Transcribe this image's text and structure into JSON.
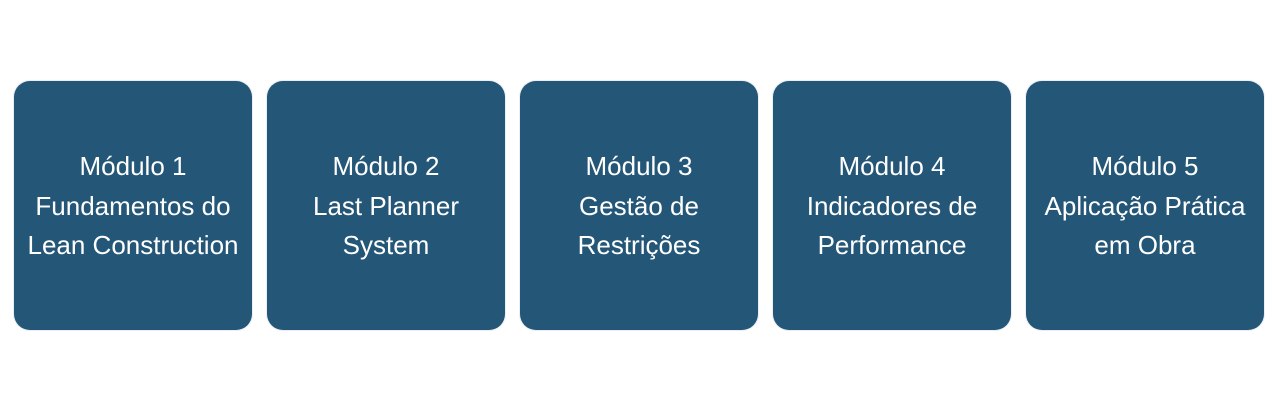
{
  "colors": {
    "card_background": "#245677",
    "card_text": "#ffffff",
    "page_background": "#ffffff"
  },
  "modules": [
    {
      "lines": [
        "Módulo 1",
        "Fundamentos do",
        "Lean Construction"
      ]
    },
    {
      "lines": [
        "Módulo 2",
        "Last Planner",
        "System"
      ]
    },
    {
      "lines": [
        "Módulo 3",
        "Gestão de",
        "Restrições"
      ]
    },
    {
      "lines": [
        "Módulo 4",
        "Indicadores de",
        "Performance"
      ]
    },
    {
      "lines": [
        "Módulo 5",
        "Aplicação Prática",
        "em Obra"
      ]
    }
  ]
}
